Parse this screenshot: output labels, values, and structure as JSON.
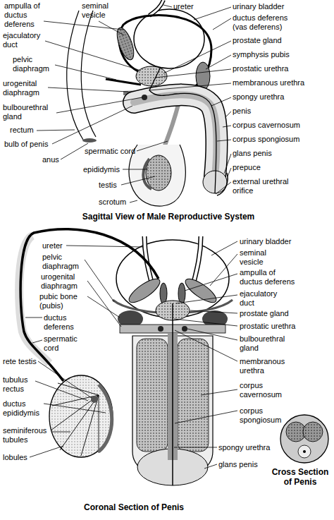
{
  "diagram": {
    "labels": [
      "ampulla of ductus deferens",
      "seminal vesicle",
      "ureter",
      "urinary bladder",
      "ductus deferens (vas deferens)",
      "ejaculatory duct",
      "prostate gland",
      "pelvic diaphragm",
      "symphysis pubis",
      "urogenital diaphragm",
      "prostatic urethra",
      "membranous urethra",
      "bulbourethral gland",
      "spongy urethra",
      "penis",
      "rectum",
      "corpus cavernosum",
      "bulb of penis",
      "corpus spongiosum",
      "spermatic cord",
      "anus",
      "glans penis",
      "epididymis",
      "prepuce",
      "testis",
      "external urethral orifice",
      "scrotum",
      "Sagittal View of Male Reproductive System",
      "ureter",
      "urinary bladder",
      "pelvic diaphragm",
      "seminal vesicle",
      "urogenital diaphragm",
      "ampulla of ductus deferens",
      "pubic bone (pubis)",
      "ejaculatory duct",
      "prostate gland",
      "ductus deferens",
      "prostatic urethra",
      "spermatic cord",
      "bulbourethral gland",
      "membranous urethra",
      "rete testis",
      "corpus cavernosum",
      "tubulus rectus",
      "corpus spongiosum",
      "ductus epididymis",
      "spongy urethra",
      "seminiferous tubules",
      "lobules",
      "glans penis",
      "Cross Section of Penis",
      "Coronal Section of Penis"
    ]
  }
}
